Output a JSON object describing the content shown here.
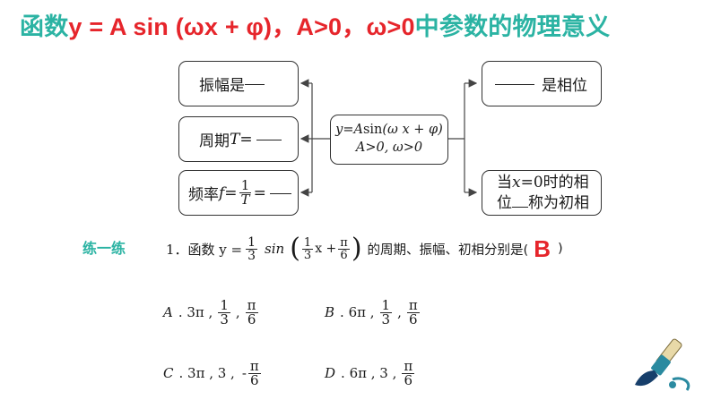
{
  "title": {
    "part1": "函数",
    "part2": "y = A sin (ωx + φ)，A>0，ω>0",
    "part3": "中参数的物理意义"
  },
  "diagram": {
    "center_line1_pre": "y=A",
    "center_line1_fn": "sin",
    "center_line1_post": "(ω x + φ)",
    "center_line2": "A>0, ω>0",
    "box_amplitude": "振幅是",
    "box_period_pre": "周期",
    "box_period_var": "T",
    "box_period_eq": "=",
    "box_freq_pre": "频率",
    "box_freq_var": "f",
    "box_freq_eq": "=",
    "box_freq_num": "1",
    "box_freq_den": "T",
    "box_freq_eq2": "=",
    "box_phase": "是相位",
    "box_initphase_line1_pre": "当",
    "box_initphase_line1_var": "x",
    "box_initphase_line1_post": "=0时的相",
    "box_initphase_line2_pre": "位",
    "box_initphase_line2_post": "称为初相"
  },
  "exercise": {
    "label": "练一练",
    "q_num": "1．函数 y =",
    "q_frac_num": "1",
    "q_frac_den": "3",
    "q_fn": "sin",
    "q_in_num": "1",
    "q_in_den": "3",
    "q_in_x": "x +",
    "q_in_pi": "π",
    "q_in_pi_den": "6",
    "q_suffix": "的周期、振幅、初相分别是(",
    "q_close": ")",
    "answer": "B",
    "options": [
      {
        "letter": "A",
        "v1": ". 3π ,",
        "n2": "1",
        "d2": "3",
        "sep": ",",
        "pre3": "",
        "n3": "π",
        "d3": "6"
      },
      {
        "letter": "B",
        "v1": ". 6π ,",
        "n2": "1",
        "d2": "3",
        "sep": ",",
        "pre3": "",
        "n3": "π",
        "d3": "6"
      },
      {
        "letter": "C",
        "v1": ". 3π , 3 ,",
        "n2": "",
        "d2": "",
        "sep": "",
        "pre3": "-",
        "n3": "π",
        "d3": "6"
      },
      {
        "letter": "D",
        "v1": ". 6π , 3 ,",
        "n2": "",
        "d2": "",
        "sep": "",
        "pre3": "",
        "n3": "π",
        "d3": "6"
      }
    ]
  },
  "colors": {
    "accent": "#2bb3a3",
    "highlight": "#e6252b"
  },
  "decoration": {
    "icon": "paintbrush-icon"
  }
}
